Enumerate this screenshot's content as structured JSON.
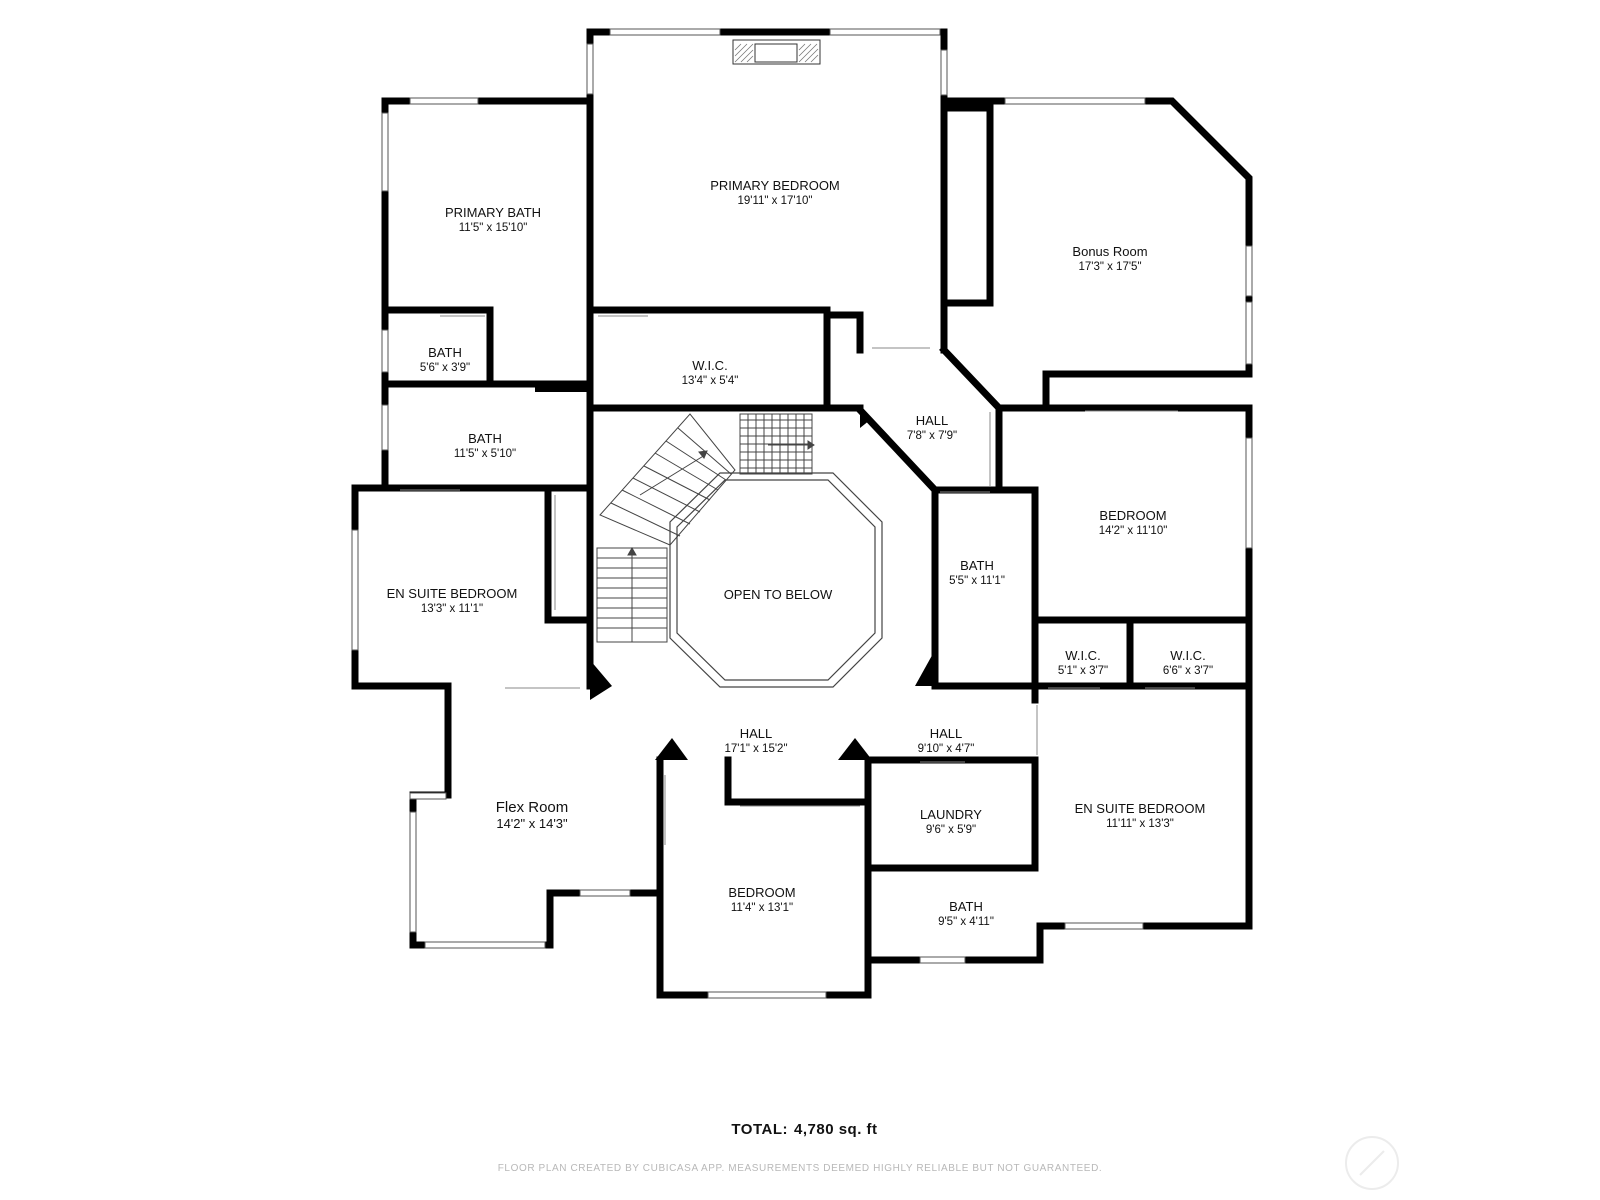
{
  "rooms": {
    "primary_bedroom": {
      "name": "PRIMARY BEDROOM",
      "dim": "19'11\" x 17'10\""
    },
    "primary_bath": {
      "name": "PRIMARY BATH",
      "dim": "11'5\" x 15'10\""
    },
    "bonus_room": {
      "name": "Bonus Room",
      "dim": "17'3\" x 17'5\""
    },
    "bath_small": {
      "name": "BATH",
      "dim": "5'6\" x 3'9\""
    },
    "wic_top": {
      "name": "W.I.C.",
      "dim": "13'4\" x 5'4\""
    },
    "hall_top": {
      "name": "HALL",
      "dim": "7'8\" x 7'9\""
    },
    "bath_mid_left": {
      "name": "BATH",
      "dim": "11'5\" x 5'10\""
    },
    "bedroom_right": {
      "name": "BEDROOM",
      "dim": "14'2\" x 11'10\""
    },
    "en_suite_left": {
      "name": "EN SUITE BEDROOM",
      "dim": "13'3\" x 11'1\""
    },
    "open_to_below": {
      "name": "OPEN TO BELOW",
      "dim": ""
    },
    "bath_center_right": {
      "name": "BATH",
      "dim": "5'5\" x 11'1\""
    },
    "wic_right_1": {
      "name": "W.I.C.",
      "dim": "5'1\" x 3'7\""
    },
    "wic_right_2": {
      "name": "W.I.C.",
      "dim": "6'6\" x 3'7\""
    },
    "hall_main": {
      "name": "HALL",
      "dim": "17'1\" x 15'2\""
    },
    "hall_right": {
      "name": "HALL",
      "dim": "9'10\" x 4'7\""
    },
    "flex_room": {
      "name": "Flex Room",
      "dim": "14'2\" x 14'3\""
    },
    "laundry": {
      "name": "LAUNDRY",
      "dim": "9'6\" x 5'9\""
    },
    "en_suite_right": {
      "name": "EN SUITE BEDROOM",
      "dim": "11'11\" x 13'3\""
    },
    "bedroom_bottom": {
      "name": "BEDROOM",
      "dim": "11'4\" x 13'1\""
    },
    "bath_bottom": {
      "name": "BATH",
      "dim": "9'5\" x 4'11\""
    }
  },
  "total": {
    "label": "TOTAL:",
    "value": "4,780 sq. ft"
  },
  "disclaimer": "FLOOR PLAN CREATED BY CUBICASA APP. MEASUREMENTS DEEMED HIGHLY RELIABLE BUT NOT GUARANTEED.",
  "colors": {
    "wall": "#000000",
    "text": "#111111",
    "disclaimer": "#b8b8b8"
  },
  "icons": {
    "compass": "compass-icon",
    "fireplace": "fireplace-icon"
  }
}
